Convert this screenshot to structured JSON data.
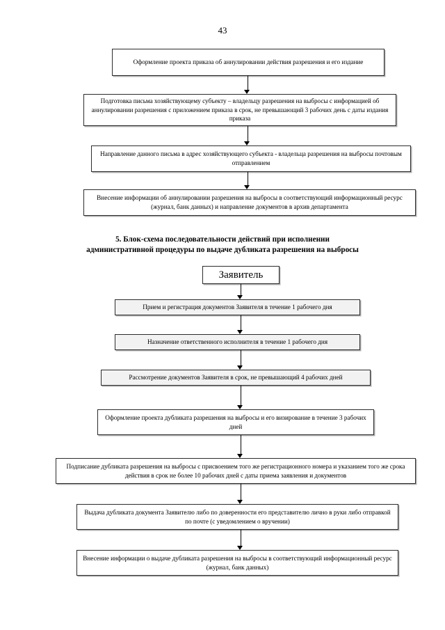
{
  "page": {
    "number": "43"
  },
  "section_top": {
    "nodes": [
      {
        "id": "draft-order-annulment",
        "text": "Оформление проекта приказа об аннулировании действия разрешения и его издание",
        "shaded": false
      },
      {
        "id": "prepare-letter-to-holder",
        "text": "Подготовка письма хозяйствующему субъекту – владельцу разрешения на выбросы с информацией об аннулировании разрешения с приложением приказа в срок, не превышающий 3 рабочих день с даты издания приказа",
        "shaded": false
      },
      {
        "id": "send-letter-by-post",
        "text": "Направление данного письма  в адрес хозяйствующего субъекта - владельца разрешения на выбросы почтовым отправлением",
        "shaded": false
      },
      {
        "id": "record-annulment-info",
        "text": "Внесение информации об аннулировании  разрешения на выбросы в соответствующий информационный ресурс (журнал, банк данных) и направление документов в архив департамента",
        "shaded": false
      }
    ]
  },
  "heading": {
    "line1": "5. Блок-схема последовательности действий при исполнении",
    "line2": "административной процедуры по выдаче дубликата разрешения на выбросы"
  },
  "section_bottom": {
    "applicant_label": "Заявитель",
    "nodes": [
      {
        "id": "receive-register-documents",
        "text": "Прием и регистрация документов Заявителя в течение 1 рабочего дня",
        "shaded": true
      },
      {
        "id": "assign-responsible-officer",
        "text": "Назначение ответственного исполнителя в течение 1 рабочего дня",
        "shaded": true
      },
      {
        "id": "review-documents",
        "text": "Рассмотрение документов Заявителя в срок, не превышающий 4 рабочих дней",
        "shaded": true
      },
      {
        "id": "draft-duplicate-permit",
        "text": "Оформление проекта дубликата разрешения на выбросы и его визирование в течение 3 рабочих дней",
        "shaded": false
      },
      {
        "id": "sign-duplicate-permit",
        "text": "Подписание дубликата разрешения на выбросы с присвоением того же регистрационного номера и указанием того же срока действия в срок не более 10 рабочих дней с даты приема заявления и документов",
        "shaded": false
      },
      {
        "id": "issue-duplicate-document",
        "text": "Выдача дубликата документа Заявителю либо по доверенности его представителю лично в руки либо отправкой по почте (с уведомлением о вручении)",
        "shaded": false
      },
      {
        "id": "record-issuance-info",
        "text": "Внесение информации о выдаче дубликата разрешения на выбросы в соответствующий информационный ресурс (журнал, банк данных)",
        "shaded": false
      }
    ]
  }
}
